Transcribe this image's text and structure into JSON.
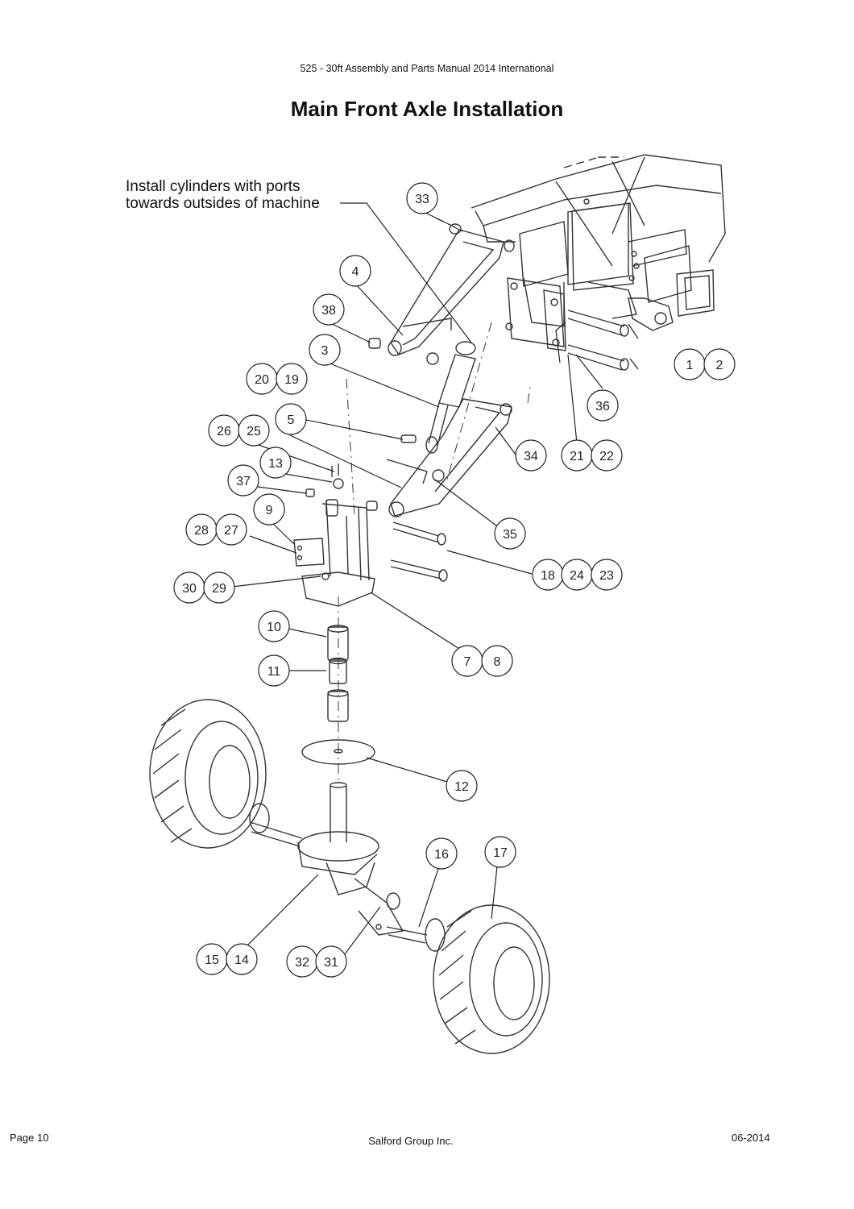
{
  "header": {
    "manual_title": "525 - 30ft Assembly and Parts Manual 2014 International"
  },
  "page_title": "Main Front Axle Installation",
  "note": {
    "line1": "Install cylinders with ports",
    "line2": "towards outsides of machine"
  },
  "callouts": [
    "1",
    "2",
    "3",
    "4",
    "5",
    "7",
    "8",
    "9",
    "10",
    "11",
    "12",
    "13",
    "14",
    "15",
    "16",
    "17",
    "18",
    "19",
    "20",
    "21",
    "22",
    "23",
    "24",
    "25",
    "26",
    "27",
    "28",
    "29",
    "30",
    "31",
    "32",
    "33",
    "34",
    "35",
    "36",
    "37",
    "38"
  ],
  "footer": {
    "page": "Page 10",
    "company": "Salford Group Inc.",
    "date": "06-2014"
  }
}
